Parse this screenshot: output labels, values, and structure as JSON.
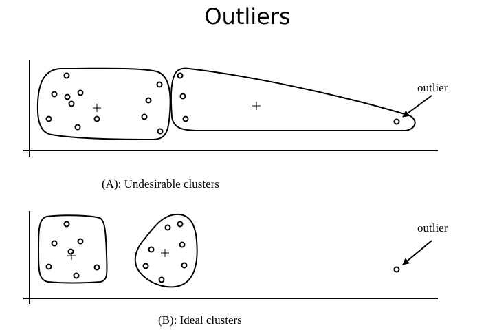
{
  "slide": {
    "title": "Outliers"
  },
  "panels": [
    {
      "caption": "(A): Undesirable clusters",
      "outlier_label": "outlier"
    },
    {
      "caption": "(B): Ideal clusters",
      "outlier_label": "outlier"
    }
  ],
  "colors": {
    "ink": "#000000",
    "background": "#ffffff"
  }
}
